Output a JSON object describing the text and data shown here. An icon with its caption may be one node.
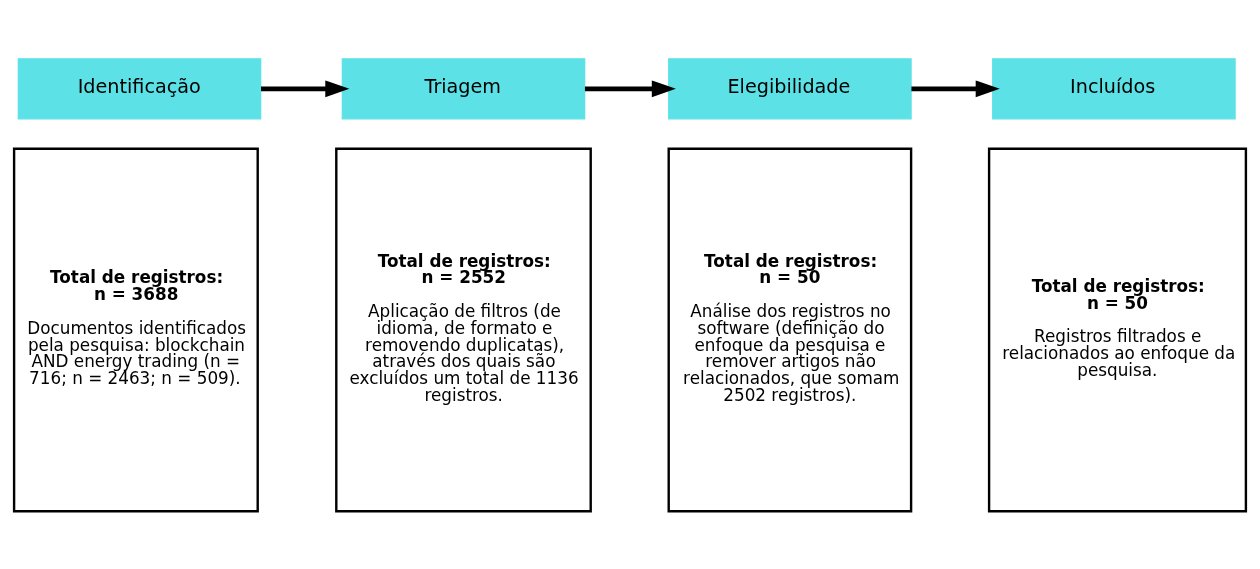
{
  "diagram": {
    "nodes": [
      {
        "text": [
          "Identificação"
        ]
      },
      {
        "text": [
          "Triagem"
        ]
      },
      {
        "text": [
          "Elegibilidade"
        ]
      },
      {
        "text": [
          "Incluídos"
        ]
      },
      {
        "text": [
          "Total de registros: n = 3688",
          "Documentos identificados pela pesquisa: blockchain AND energy trading (n = 716; n = 2463; n = 509)."
        ]
      },
      {
        "text": [
          "Total de registros: n = 2552",
          "Aplicação de filtros (de idioma, de formato e removendo duplicatas), através dos quais são excluídos um total de 1136 registros."
        ]
      },
      {
        "text": [
          "Total de registros: n = 50",
          "Análise dos registros no software (definição do enfoque da pesquisa e remover artigos não relacionados, que somam 2502 registros)."
        ]
      },
      {
        "text": [
          "Total de registros: n = 50",
          "Registros filtrados e relacionados ao enfoque da pesquisa."
        ]
      }
    ],
    "edges": [
      {
        "from": 0,
        "to": 1,
        "arrow": "to"
      },
      {
        "from": 1,
        "to": 2,
        "arrow": "to"
      },
      {
        "from": 2,
        "to": 3,
        "arrow": "to"
      }
    ]
  }
}
